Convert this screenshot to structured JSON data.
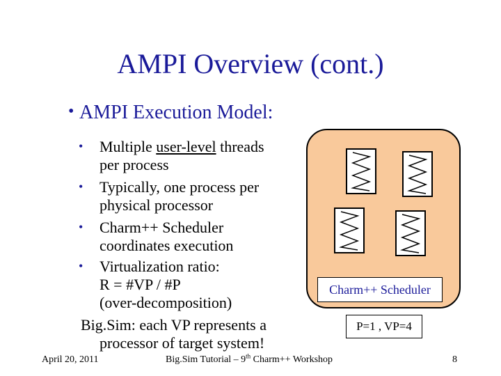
{
  "slide": {
    "title": "AMPI Overview (cont.)",
    "heading_bullet": "•",
    "heading": "AMPI Execution Model:",
    "sub_bullet": "•",
    "bullets": {
      "b1_pre": "Multiple ",
      "b1_underlined": "user-level",
      "b1_post": " threads",
      "b1_line2": "per process",
      "b2_line1": "Typically, one process per",
      "b2_line2": "physical processor",
      "b3_line1": "Charm++ Scheduler",
      "b3_line2": "coordinates execution",
      "b4_line1": "Virtualization ratio:",
      "b4_line2": "R =  #VP / #P",
      "b4_line3": "(over-decomposition)"
    },
    "bigsim_line1": "Big.Sim: each VP represents a",
    "bigsim_line2": "processor of target system!"
  },
  "diagram": {
    "process_fill": "#f9c99b",
    "thread_icon": "zigzag-thread-icon",
    "scheduler_label": "Charm++ Scheduler",
    "ratio_label": "P=1 , VP=4"
  },
  "footer": {
    "date": "April 20, 2011",
    "center_pre": "Big.Sim Tutorial – 9",
    "center_sup": "th",
    "center_post": " Charm++ Workshop",
    "page": "8"
  },
  "colors": {
    "title": "#1a1a99",
    "bullet": "#1a1a99"
  }
}
